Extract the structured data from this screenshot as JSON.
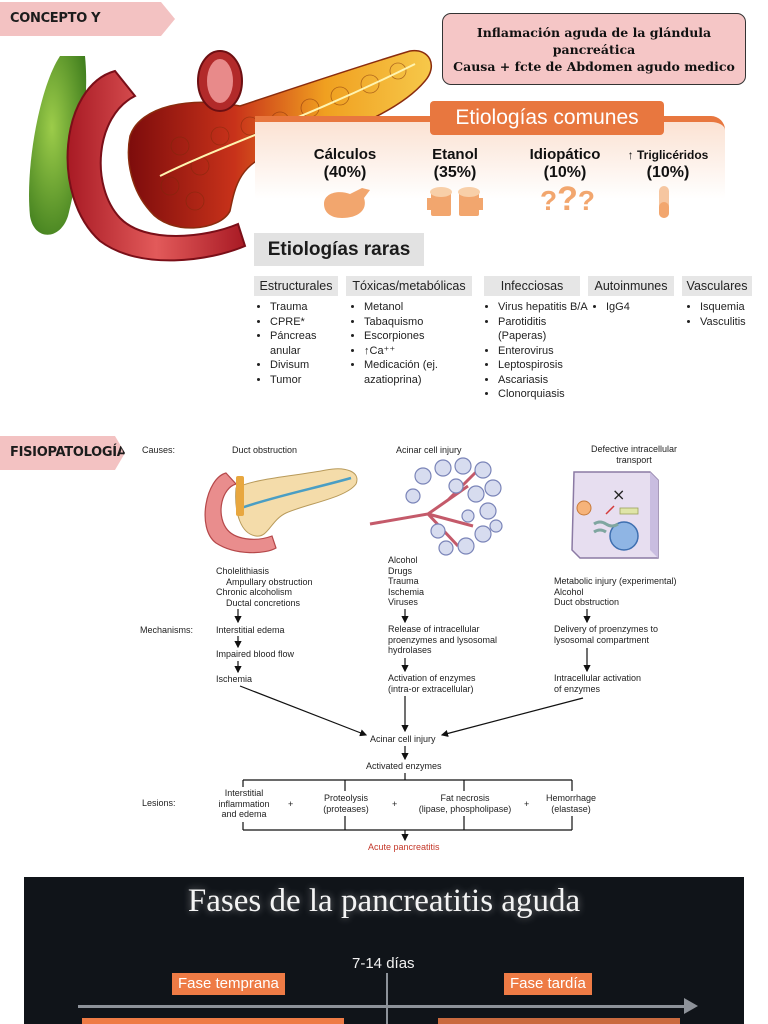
{
  "sections": {
    "concept": "CONCEPTO Y ETIOLOGÍA",
    "physio": "FISIOPATOLOGÍA"
  },
  "summary": {
    "line1": "Inflamación aguda de la glándula",
    "line2": "pancreática",
    "line3": "Causa + fcte de Abdomen agudo medico"
  },
  "common": {
    "title": "Etiologías comunes",
    "items": [
      {
        "name": "Cálculos",
        "pct": "(40%)",
        "icon": "gallbladder-icon"
      },
      {
        "name": "Etanol",
        "pct": "(35%)",
        "icon": "beer-mugs-icon"
      },
      {
        "name": "Idiopático",
        "pct": "(10%)",
        "icon": "question-marks-icon"
      },
      {
        "name": "↑ Triglicéridos",
        "pct": "(10%)",
        "icon": "test-tube-icon"
      }
    ]
  },
  "rare": {
    "title": "Etiologías raras",
    "columns": [
      {
        "head": "Estructurales",
        "items": [
          "Trauma",
          "CPRE*",
          "Páncreas anular",
          "Divisum",
          "Tumor"
        ]
      },
      {
        "head": "Tóxicas/metabólicas",
        "items": [
          "Metanol",
          "Tabaquismo",
          "Escorpiones",
          "↑Ca⁺⁺",
          "Medicación (ej. azatioprina)"
        ]
      },
      {
        "head": "Infecciosas",
        "items": [
          "Virus hepatitis B/A",
          "Parotiditis (Paperas)",
          "Enterovirus",
          "Leptospirosis",
          "Ascariasis",
          "Clonorquiasis"
        ]
      },
      {
        "head": "Autoinmunes",
        "items": [
          "IgG4"
        ]
      },
      {
        "head": "Vasculares",
        "items": [
          "Isquemia",
          "Vasculitis"
        ]
      }
    ]
  },
  "diagram": {
    "causes_label": "Causes:",
    "mechanisms_label": "Mechanisms:",
    "lesions_label": "Lesions:",
    "col1": {
      "title": "Duct obstruction",
      "causes": [
        "Cholelithiasis",
        "Ampullary obstruction",
        "Chronic alcoholism",
        "Ductal concretions"
      ],
      "m1": "Interstitial edema",
      "m2": "Impaired blood flow",
      "m3": "Ischemia"
    },
    "col2": {
      "title": "Acinar cell injury",
      "causes": [
        "Alcohol",
        "Drugs",
        "Trauma",
        "Ischemia",
        "Viruses"
      ],
      "m1": [
        "Release of intracellular",
        "proenzymes and lysosomal",
        "hydrolases"
      ],
      "m2": [
        "Activation of enzymes",
        "(intra-or extracellular)"
      ]
    },
    "col3": {
      "title": [
        "Defective intracellular",
        "transport"
      ],
      "causes": [
        "Metabolic injury (experimental)",
        "Alcohol",
        "Duct obstruction"
      ],
      "m1": [
        "Delivery of proenzymes to",
        "lysosomal compartment"
      ],
      "m2": [
        "Intracellular activation",
        "of enzymes"
      ]
    },
    "acinar": "Acinar cell injury",
    "activated": "Activated enzymes",
    "lesions": {
      "l1": [
        "Interstitial",
        "inflammation",
        "and edema"
      ],
      "l2": [
        "Proteolysis",
        "(proteases)"
      ],
      "l3": [
        "Fat necrosis",
        "(lipase, phospholipase)"
      ],
      "l4": [
        "Hemorrhage",
        "(elastase)"
      ],
      "plus": "+"
    },
    "result": "Acute pancreatitis"
  },
  "phases": {
    "title": "Fases de la pancreatitis aguda",
    "days": "7-14 días",
    "early": "Fase temprana",
    "late": "Fase tardía"
  },
  "colors": {
    "accent_orange": "#e8773f",
    "tag_pink": "#f3c2c2",
    "summary_pink": "#f5c6c6",
    "dark_bg": "#101419"
  }
}
